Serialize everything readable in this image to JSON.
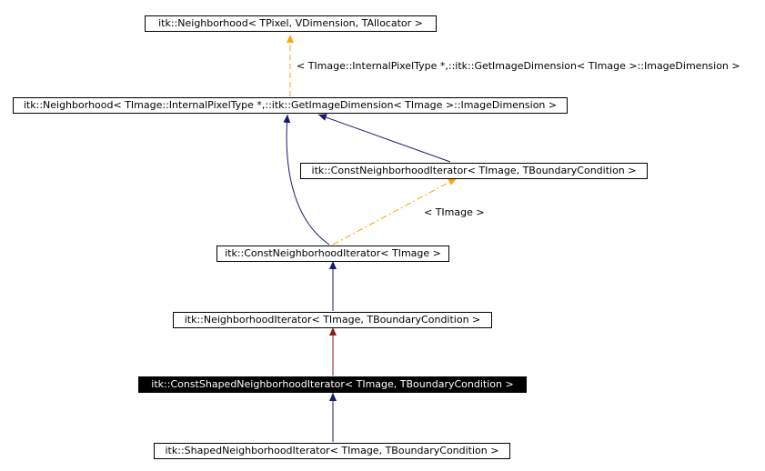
{
  "nodes": {
    "n1": "itk::Neighborhood< TPixel, VDimension, TAllocator >",
    "n2": "itk::Neighborhood< TImage::InternalPixelType *,::itk::GetImageDimension< TImage >::ImageDimension >",
    "n3": "itk::ConstNeighborhoodIterator< TImage, TBoundaryCondition >",
    "n4": "itk::ConstNeighborhoodIterator< TImage >",
    "n5": "itk::NeighborhoodIterator< TImage, TBoundaryCondition >",
    "n6": "itk::ConstShapedNeighborhoodIterator< TImage, TBoundaryCondition >",
    "n7": "itk::ShapedNeighborhoodIterator< TImage, TBoundaryCondition >"
  },
  "edge_labels": {
    "e1": "< TImage::InternalPixelType *,::itk::GetImageDimension< TImage >::ImageDimension >",
    "e2": "< TImage >"
  },
  "colors": {
    "inherit": "#191970",
    "template": "#ffa500",
    "protected": "#8b1a1a",
    "highlight": "#000000"
  }
}
